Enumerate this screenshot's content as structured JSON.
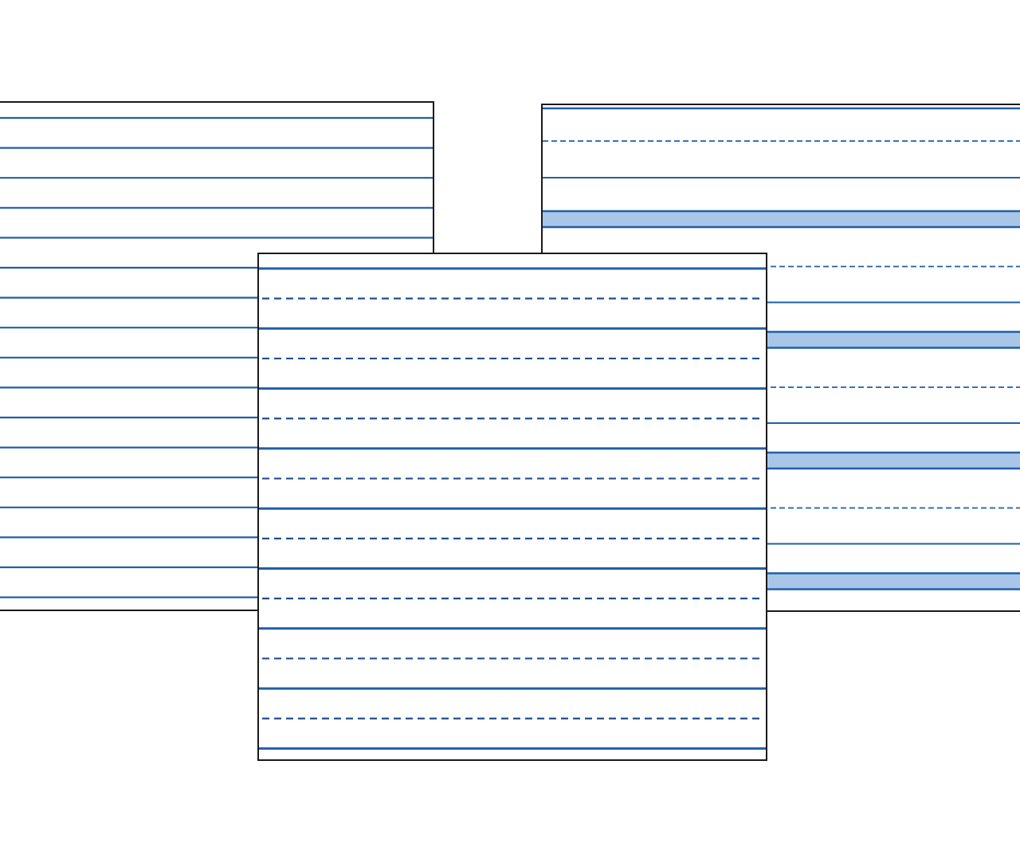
{
  "sheets": [
    {
      "id": "sheet-left",
      "style": "wide-ruled",
      "line_color": "#1f5fa8"
    },
    {
      "id": "sheet-right",
      "style": "handwriting-with-highlighted-baseline",
      "line_color": "#1f5fa8",
      "band_color": "#a9c6e8"
    },
    {
      "id": "sheet-center",
      "style": "primary-handwriting-dashed-midline",
      "line_color": "#1f5fa8",
      "dash_color": "#1f4f8f"
    }
  ]
}
